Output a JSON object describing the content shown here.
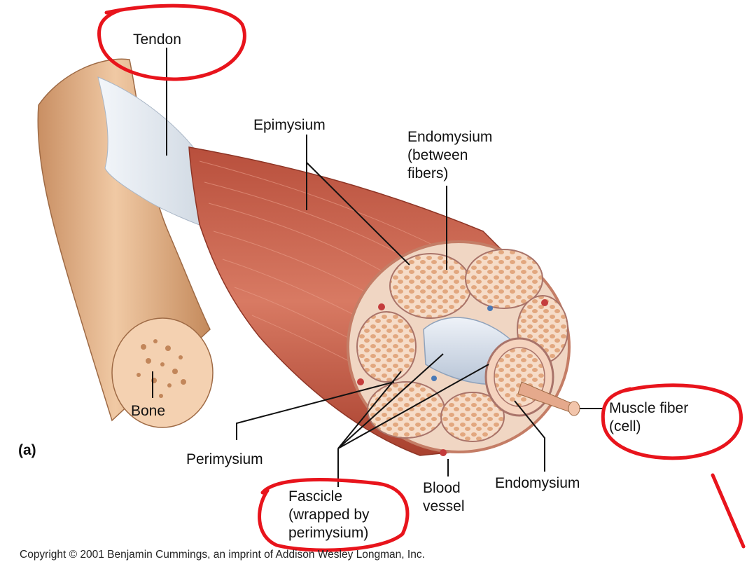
{
  "labels": {
    "tendon": "Tendon",
    "epimysium": "Epimysium",
    "endomysium_top": [
      "Endomysium",
      "(between",
      "fibers)"
    ],
    "bone": "Bone",
    "panel": "(a)",
    "perimysium": "Perimysium",
    "fascicle": [
      "Fascicle",
      "(wrapped by",
      "perimysium)"
    ],
    "blood_vessel": [
      "Blood",
      "vessel"
    ],
    "endomysium_bottom": "Endomysium",
    "muscle_fiber": [
      "Muscle fiber",
      "(cell)"
    ]
  },
  "copyright": "Copyright © 2001 Benjamin Cummings, an imprint of Addison Wesley Longman, Inc.",
  "colors": {
    "annotation_red": "#e8141c",
    "muscle": "#c45a46",
    "bone": "#e7b78f",
    "fascicle_fill": "#f3d2bd",
    "tendon": "#dfe6ee"
  }
}
